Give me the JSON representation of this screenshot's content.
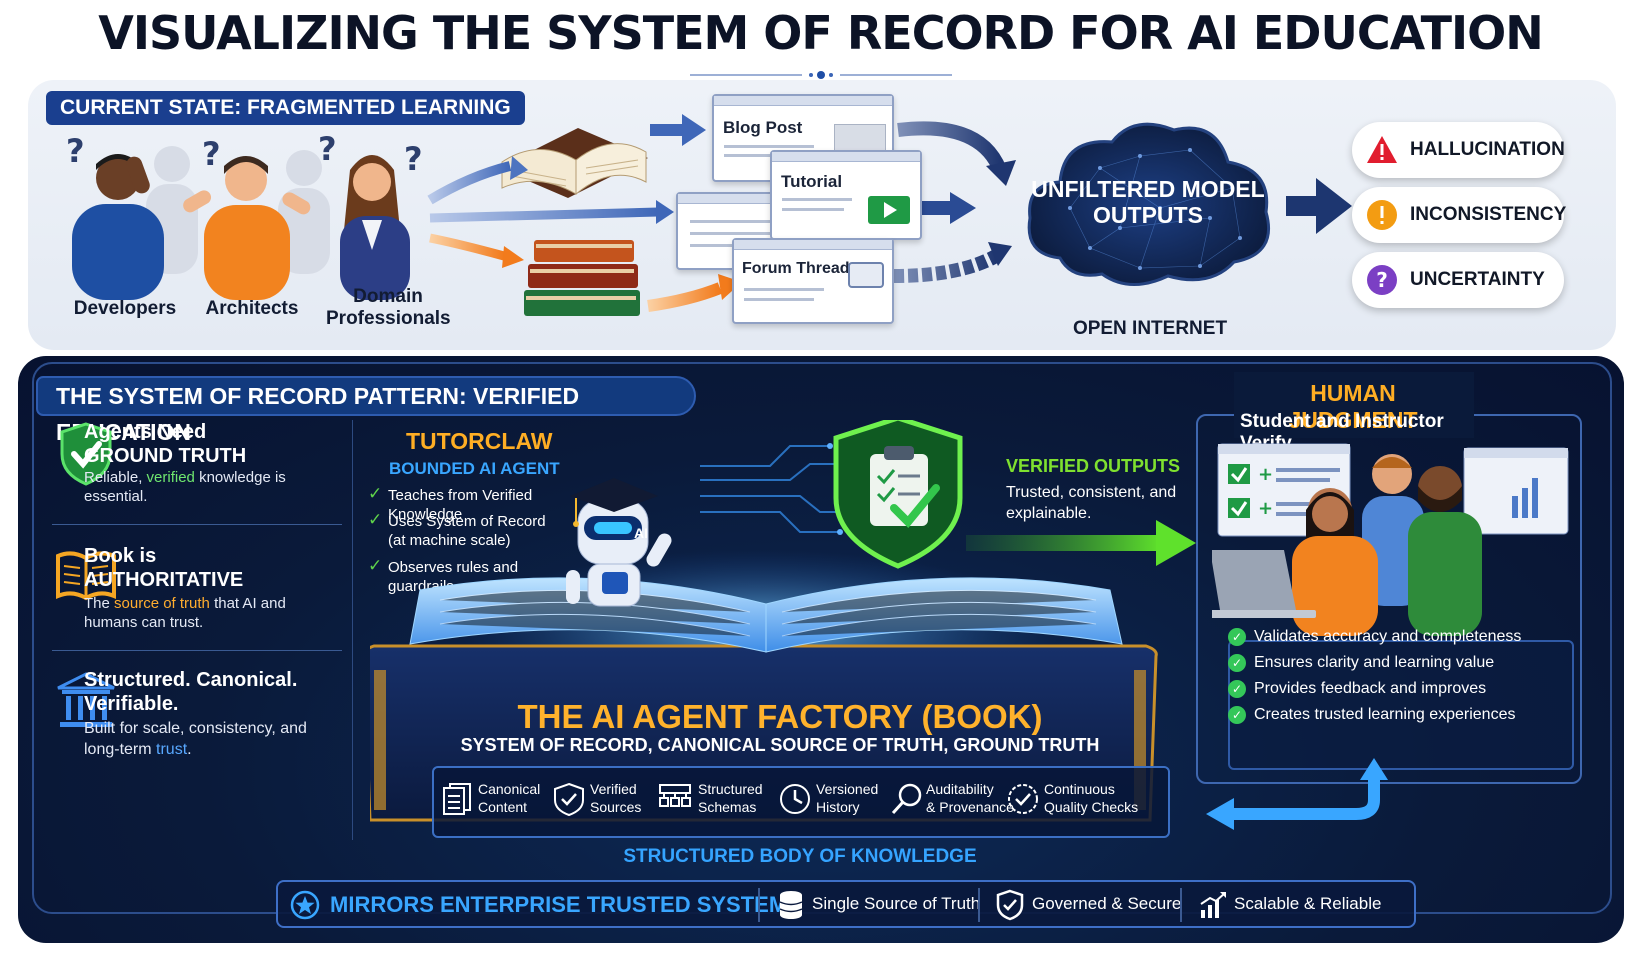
{
  "title": "VISUALIZING THE SYSTEM OF RECORD FOR AI EDUCATION",
  "current_state": {
    "badge": "CURRENT STATE: FRAGMENTED LEARNING",
    "personas": [
      {
        "label": "Developers",
        "icon": "developer-person"
      },
      {
        "label": "Architects",
        "icon": "architect-person"
      },
      {
        "label": "Domain Professionals",
        "icon": "professional-person"
      }
    ],
    "sources": [
      {
        "label": "Blog Post",
        "icon": "blog-window"
      },
      {
        "label": "Tutorial",
        "icon": "video-play-window"
      },
      {
        "label": "Forum Thread",
        "icon": "chat-window"
      }
    ],
    "cloud_label": "UNFILTERED MODEL OUTPUTS",
    "cloud_caption": "OPEN INTERNET",
    "risks": [
      {
        "label": "HALLUCINATION",
        "icon": "warning-triangle-icon",
        "color": "#e11d2e"
      },
      {
        "label": "INCONSISTENCY",
        "icon": "exclamation-circle-icon",
        "color": "#f39c12"
      },
      {
        "label": "UNCERTAINTY",
        "icon": "question-circle-icon",
        "color": "#7b3fc4"
      }
    ]
  },
  "pattern": {
    "badge": "THE SYSTEM OF RECORD PATTERN:  VERIFIED EDUCATION",
    "left_items": [
      {
        "head1": "Agents Need",
        "head2": "GROUND TRUTH",
        "body_a": "Reliable, ",
        "body_hl": "verified",
        "body_b": " knowledge is essential.",
        "icon": "shield-check-icon"
      },
      {
        "head1": "Book is",
        "head2": "AUTHORITATIVE",
        "body_a": "The ",
        "body_hl": "source of truth",
        "body_b": " that AI and humans can trust.",
        "icon": "open-book-icon"
      },
      {
        "head1": "Structured. Canonical.",
        "head2": "Verifiable.",
        "body_a": "Built for scale, consistency, and long-term ",
        "body_hl": "trust",
        "body_b": ".",
        "icon": "institution-icon"
      }
    ],
    "tutorclaw": {
      "title": "TUTORCLAW",
      "subtitle": "BOUNDED AI AGENT",
      "items": [
        "Teaches from Verified Knowledge",
        "Uses System of Record (at machine scale)",
        "Observes rules and guardrails"
      ],
      "robot_badge": "AI"
    },
    "verified_outputs": {
      "title": "VERIFIED OUTPUTS",
      "body": "Trusted, consistent, and explainable."
    },
    "human_judgment": {
      "title": "HUMAN JUDGMENT",
      "subtitle": "Student and Instructor Verify",
      "items": [
        "Validates accuracy and completeness",
        "Ensures clarity and learning value",
        "Provides feedback and improves",
        "Creates trusted learning experiences"
      ]
    },
    "book": {
      "title": "THE AI AGENT FACTORY (BOOK)",
      "subtitle": "SYSTEM OF RECORD, CANONICAL SOURCE OF TRUTH, GROUND TRUTH",
      "features": [
        {
          "l1": "Canonical",
          "l2": "Content",
          "icon": "document-stack-icon"
        },
        {
          "l1": "Verified",
          "l2": "Sources",
          "icon": "shield-check-icon"
        },
        {
          "l1": "Structured",
          "l2": "Schemas",
          "icon": "schema-icon"
        },
        {
          "l1": "Versioned",
          "l2": "History",
          "icon": "clock-history-icon"
        },
        {
          "l1": "Auditability",
          "l2": "& Provenance",
          "icon": "magnifier-icon"
        },
        {
          "l1": "Continuous",
          "l2": "Quality Checks",
          "icon": "check-circle-icon"
        }
      ],
      "caption": "STRUCTURED BODY OF KNOWLEDGE"
    },
    "mirrors": {
      "title": "MIRRORS ENTERPRISE TRUSTED SYSTEMS",
      "items": [
        {
          "label": "Single Source of Truth",
          "icon": "database-icon"
        },
        {
          "label": "Governed & Secure",
          "icon": "shield-check-icon"
        },
        {
          "label": "Scalable & Reliable",
          "icon": "growth-chart-icon"
        }
      ]
    }
  }
}
